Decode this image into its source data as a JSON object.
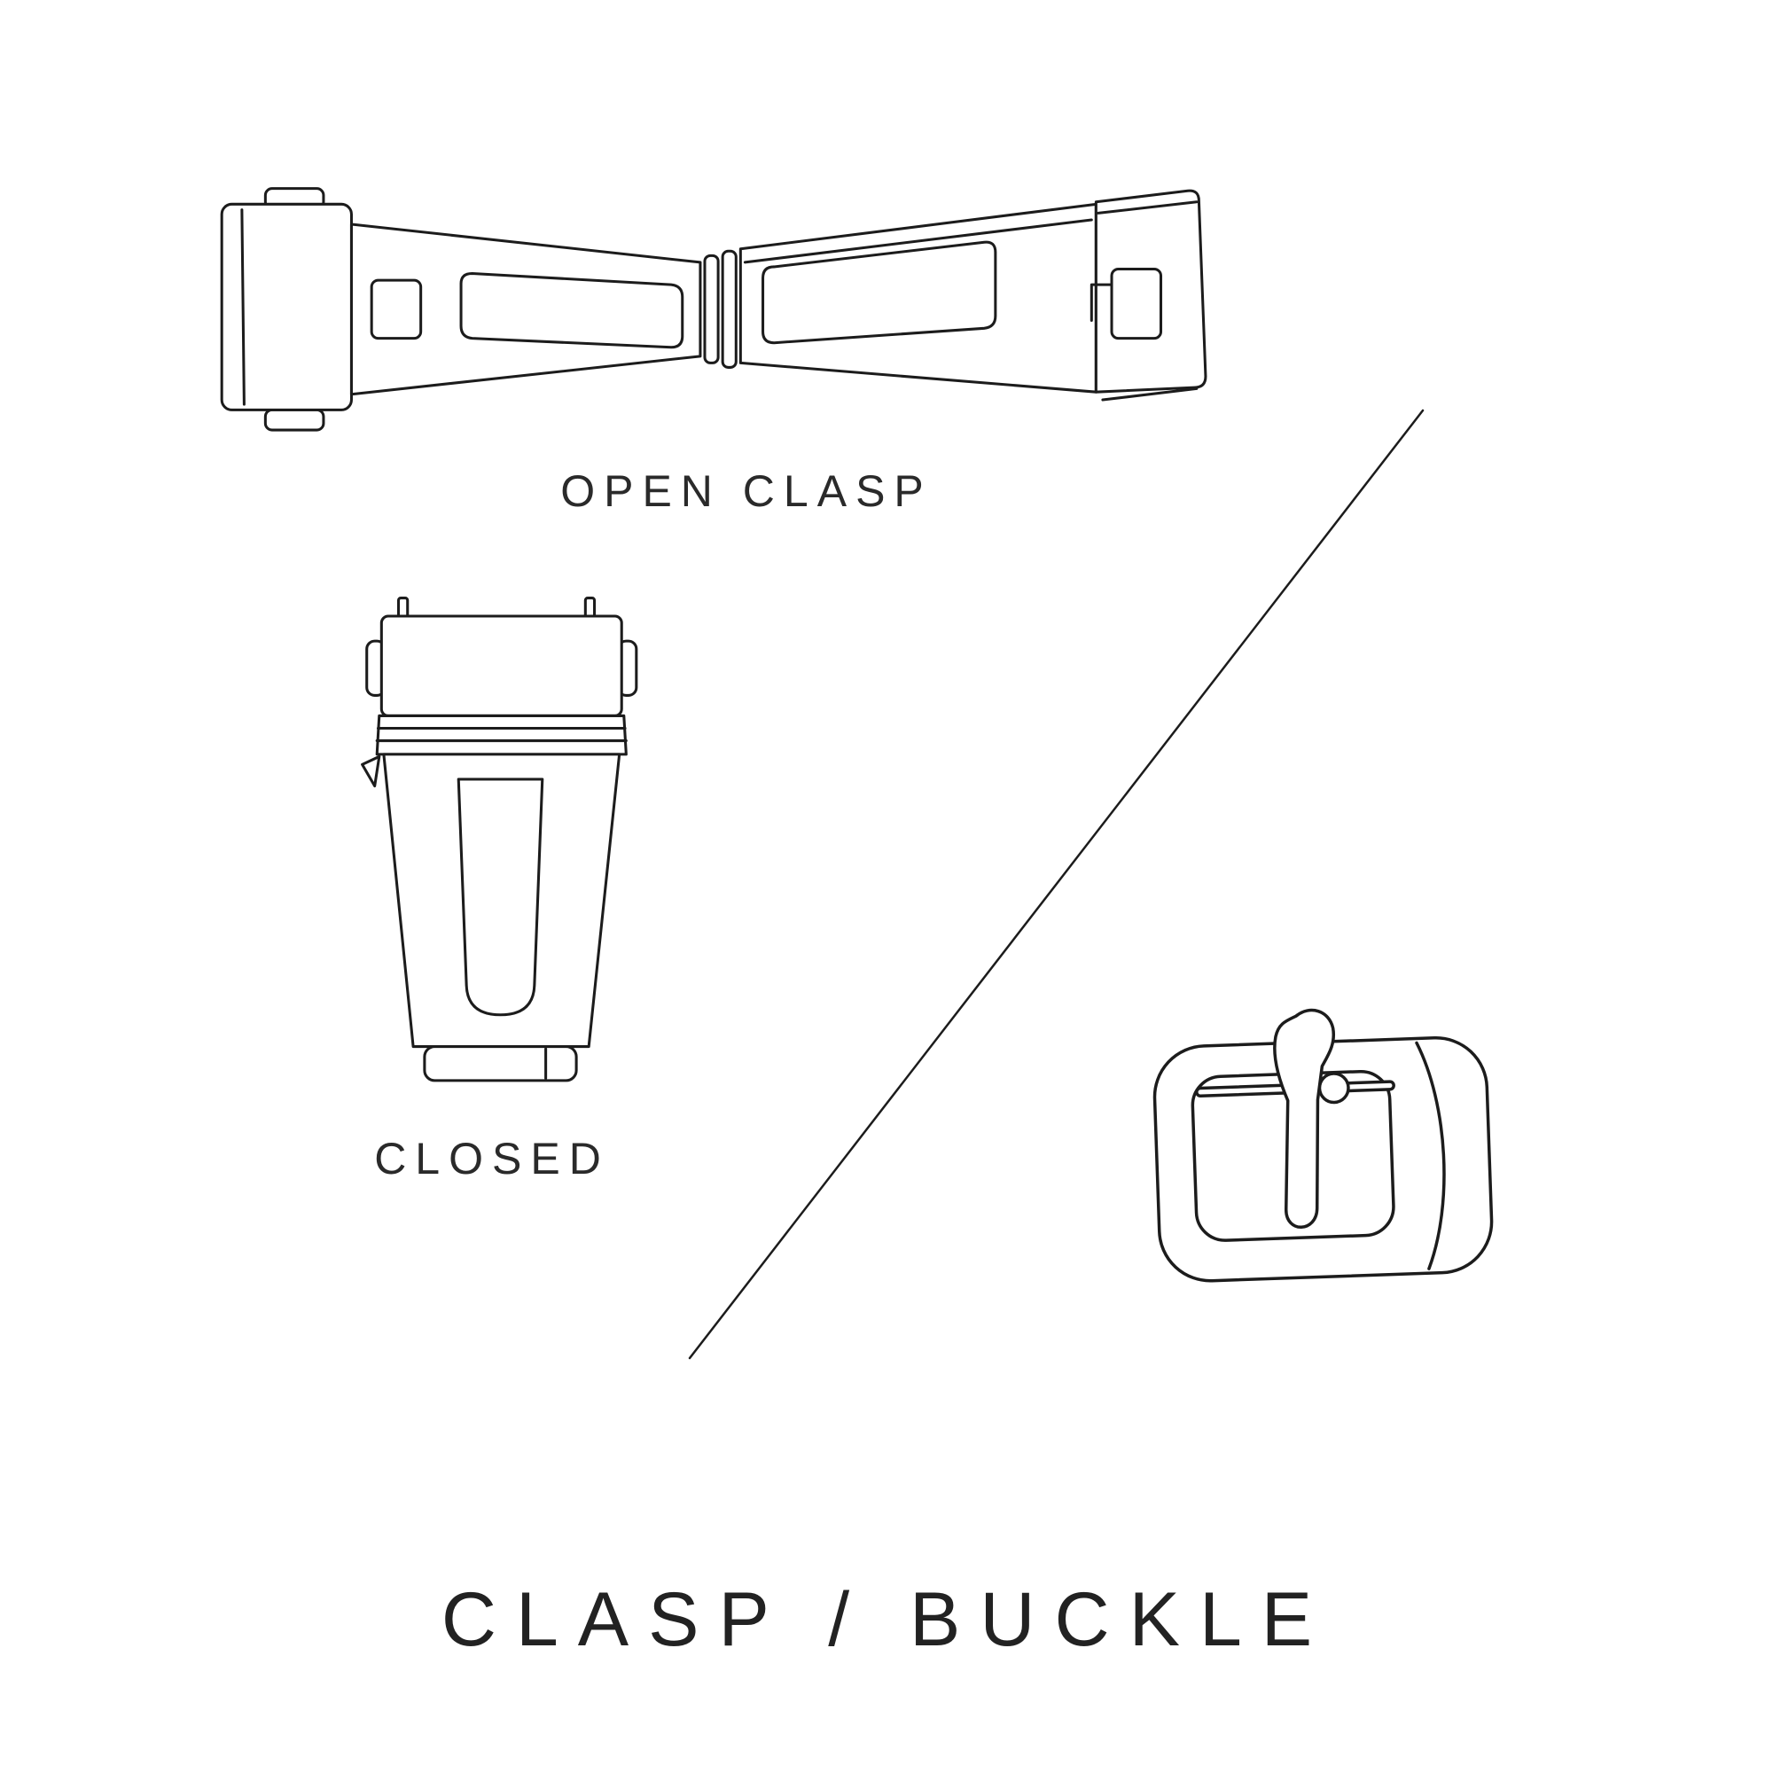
{
  "page": {
    "background": "#ffffff",
    "line_color": "#1c1c1c",
    "text_color": "#2a2a2a"
  },
  "labels": {
    "open_clasp": "OPEN CLASP",
    "closed": "CLOSED",
    "title": "CLASP / BUCKLE"
  },
  "illustrations": {
    "open_clasp": "open-clasp-illustration",
    "closed_clasp": "closed-clasp-illustration",
    "tang_buckle": "tang-buckle-illustration",
    "divider": "diagonal-divider-line"
  }
}
